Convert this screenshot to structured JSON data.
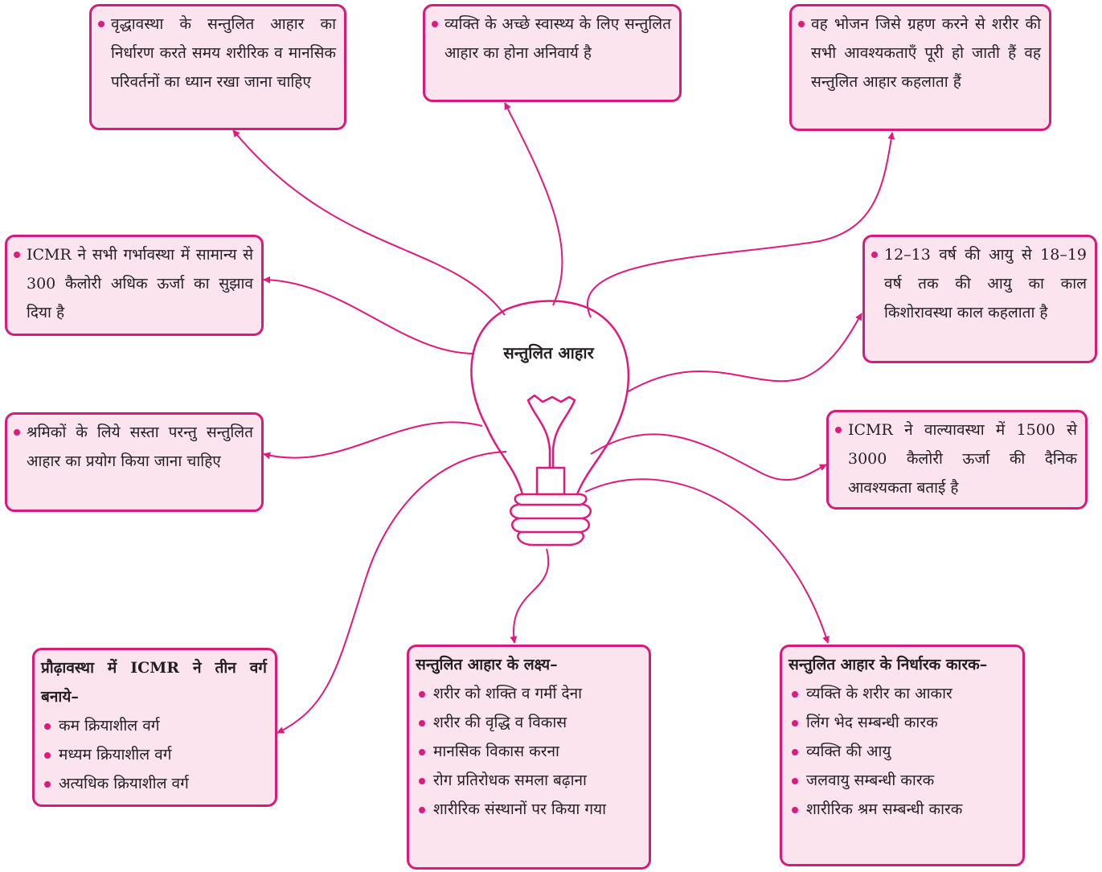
{
  "center": {
    "label": "सन्तुलित आहार",
    "icon": "light-bulb-icon"
  },
  "colors": {
    "accent": "#e0197d",
    "box_fill": "#fce4ef",
    "box_border": "#d81b7a",
    "text": "#231f20"
  },
  "boxes": {
    "elderly": "वृद्धावस्था के सन्तुलित आहार का निर्धारण करते समय शरीरिक व मानसिक परिवर्तनों का ध्यान रखा जाना चाहिए",
    "good_health": "व्यक्ति के अच्छे स्वास्थ्य के लिए सन्तुलित आहार का होना अनिवार्य है",
    "definition": "वह भोजन जिसे ग्रहण करने से शरीर की सभी आवश्यकताएँ पूरी हो जाती हैं वह सन्तुलित आहार कहलाता हैं",
    "pregnancy": "ICMR ने सभी गर्भावस्था में सामान्य से 300 कैलोरी अधिक ऊर्जा का सुझाव दिया है",
    "adolescence": "12–13 वर्ष की आयु से 18–19 वर्ष तक की आयु का काल किशोरावस्था काल कहलाता है",
    "workers": "श्रमिकों के लिये सस्ता परन्तु सन्तुलित आहार का प्रयोग किया जाना चाहिए",
    "childhood": "ICMR ने वाल्यावस्था में 1500 से 3000 कैलोरी ऊर्जा की दैनिक आवश्यकता बताई है"
  },
  "adulthood": {
    "heading": "प्रौढ़ावस्था में ICMR ने तीन वर्ग बनाये–",
    "items": [
      "कम क्रियाशील वर्ग",
      "मध्यम क्रियाशील वर्ग",
      "अत्यधिक क्रियाशील वर्ग"
    ]
  },
  "goals": {
    "heading": "सन्तुलित आहार के लक्ष्य–",
    "items": [
      "शरीर को शक्ति व गर्मी देना",
      "शरीर की वृद्धि व विकास",
      "मानसिक विकास करना",
      "रोग प्रतिरोधक समला बढ़ाना",
      "शारीरिक संस्थानों पर किया गया"
    ]
  },
  "factors": {
    "heading": "सन्तुलित आहार के निर्धारक कारक–",
    "items": [
      "व्यक्ति के शरीर का आकार",
      "लिंग भेद सम्बन्धी कारक",
      "व्यक्ति की आयु",
      "जलवायु सम्बन्धी कारक",
      "शारीरिक श्रम सम्बन्धी कारक"
    ]
  }
}
